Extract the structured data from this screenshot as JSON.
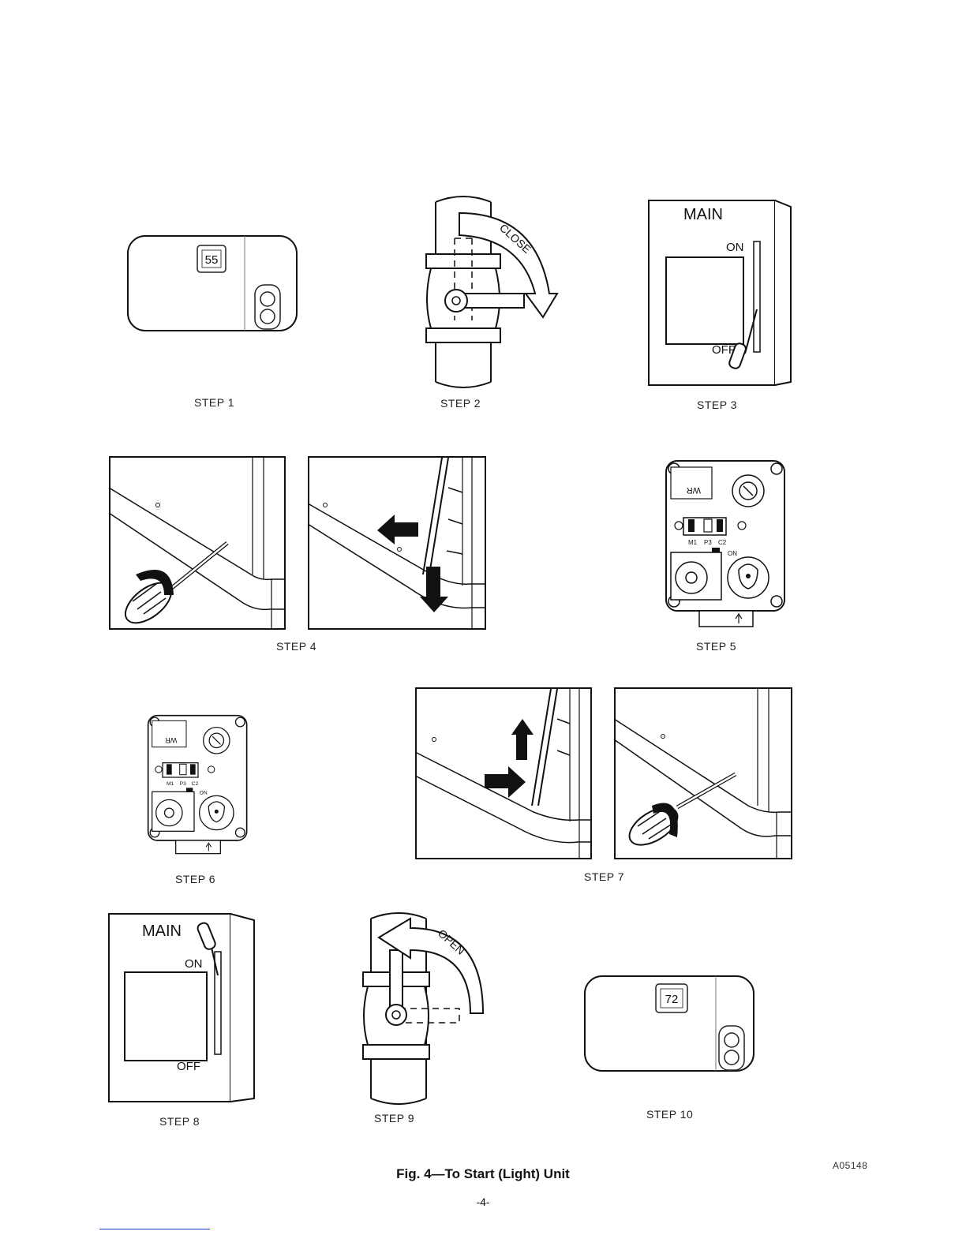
{
  "steps": {
    "s1": "STEP 1",
    "s2": "STEP 2",
    "s3": "STEP 3",
    "s4": "STEP 4",
    "s5": "STEP 5",
    "s6": "STEP 6",
    "s7": "STEP 7",
    "s8": "STEP 8",
    "s9": "STEP 9",
    "s10": "STEP 10"
  },
  "thermostat": {
    "before": "55",
    "after": "72"
  },
  "valve": {
    "close": "CLOSE",
    "open": "OPEN"
  },
  "switch": {
    "main": "MAIN",
    "on": "ON",
    "off": "OFF"
  },
  "gas_valve": {
    "knob_label": "WR",
    "term_m1": "M1",
    "term_p3": "P3",
    "term_c2": "C2",
    "setting_on": "ON"
  },
  "caption": "Fig. 4—To Start (Light) Unit",
  "drawing_code": "A05148",
  "page_number": "-4-"
}
